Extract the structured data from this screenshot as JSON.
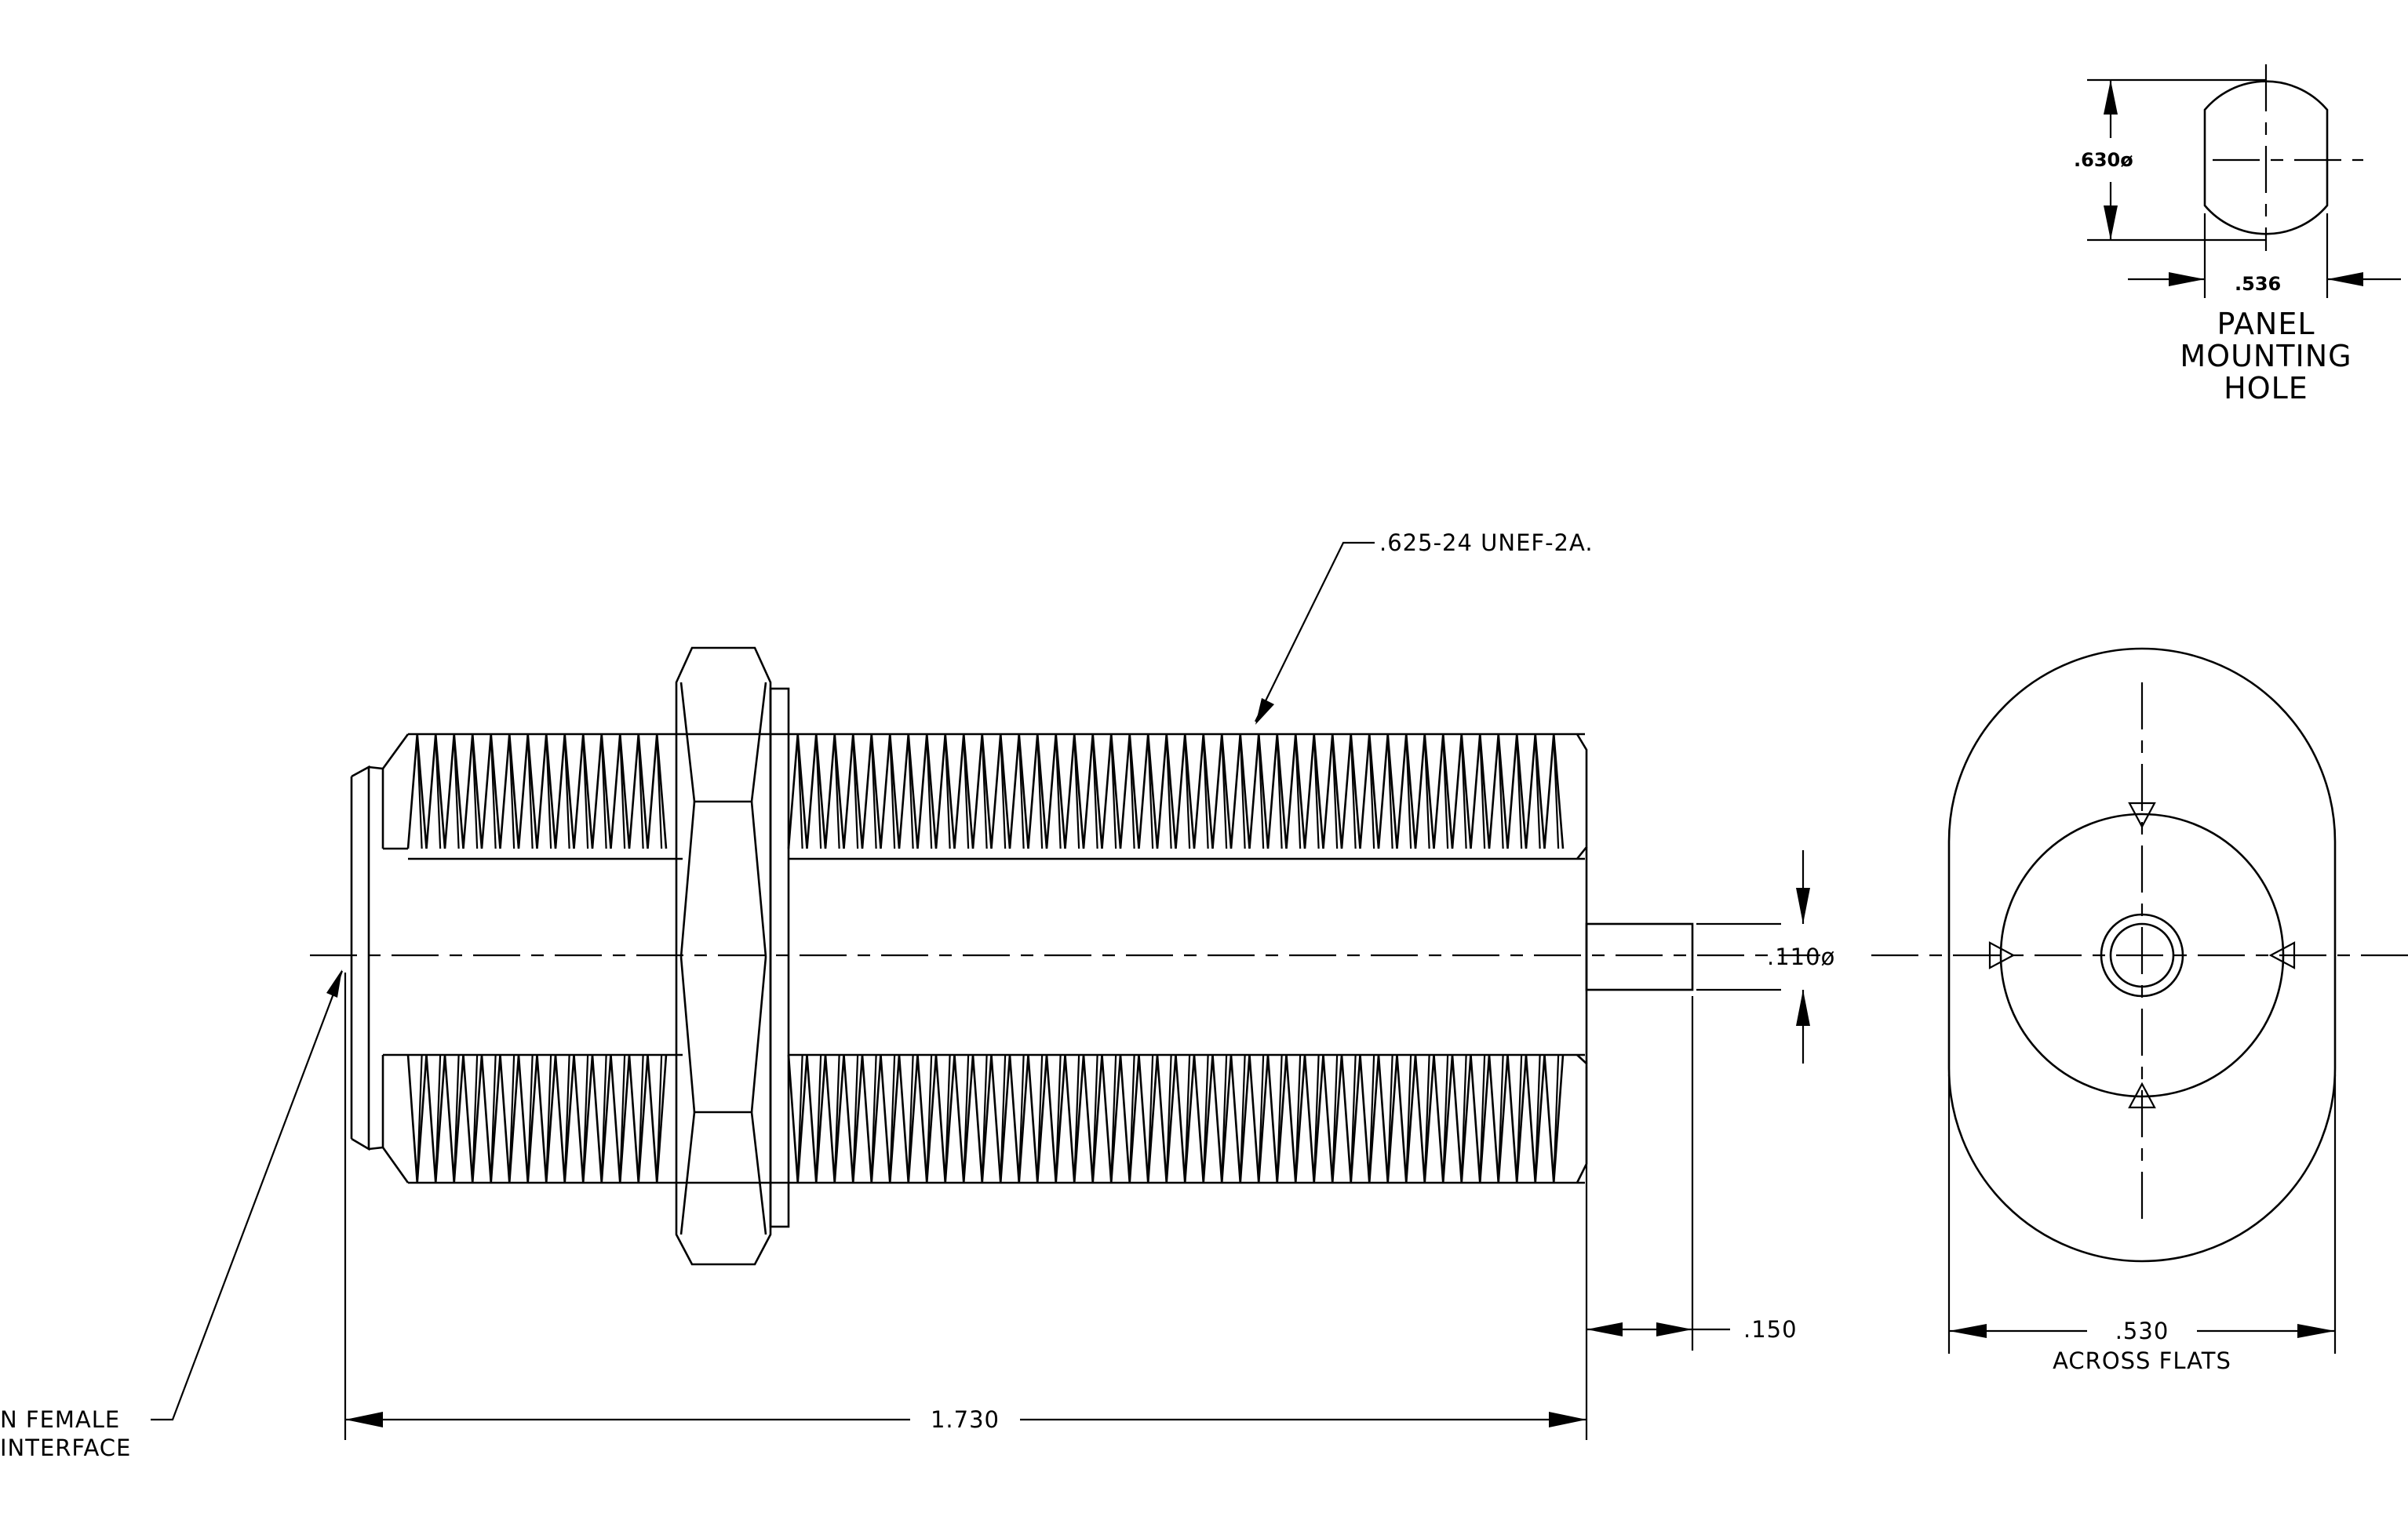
{
  "drawing": {
    "callouts": {
      "thread": ".625-24 UNEF-2A.",
      "interface_line1": "N FEMALE",
      "interface_line2": "INTERFACE"
    },
    "dimensions": {
      "overall_length": "1.730",
      "pin_length": ".150",
      "pin_diameter": ".110ø",
      "across_flats_value": ".530",
      "across_flats_label": "ACROSS FLATS",
      "hole_diameter": ".630ø",
      "hole_flat": ".536"
    },
    "panel_hole": {
      "title_line1": "PANEL",
      "title_line2": "MOUNTING",
      "title_line3": "HOLE"
    }
  }
}
